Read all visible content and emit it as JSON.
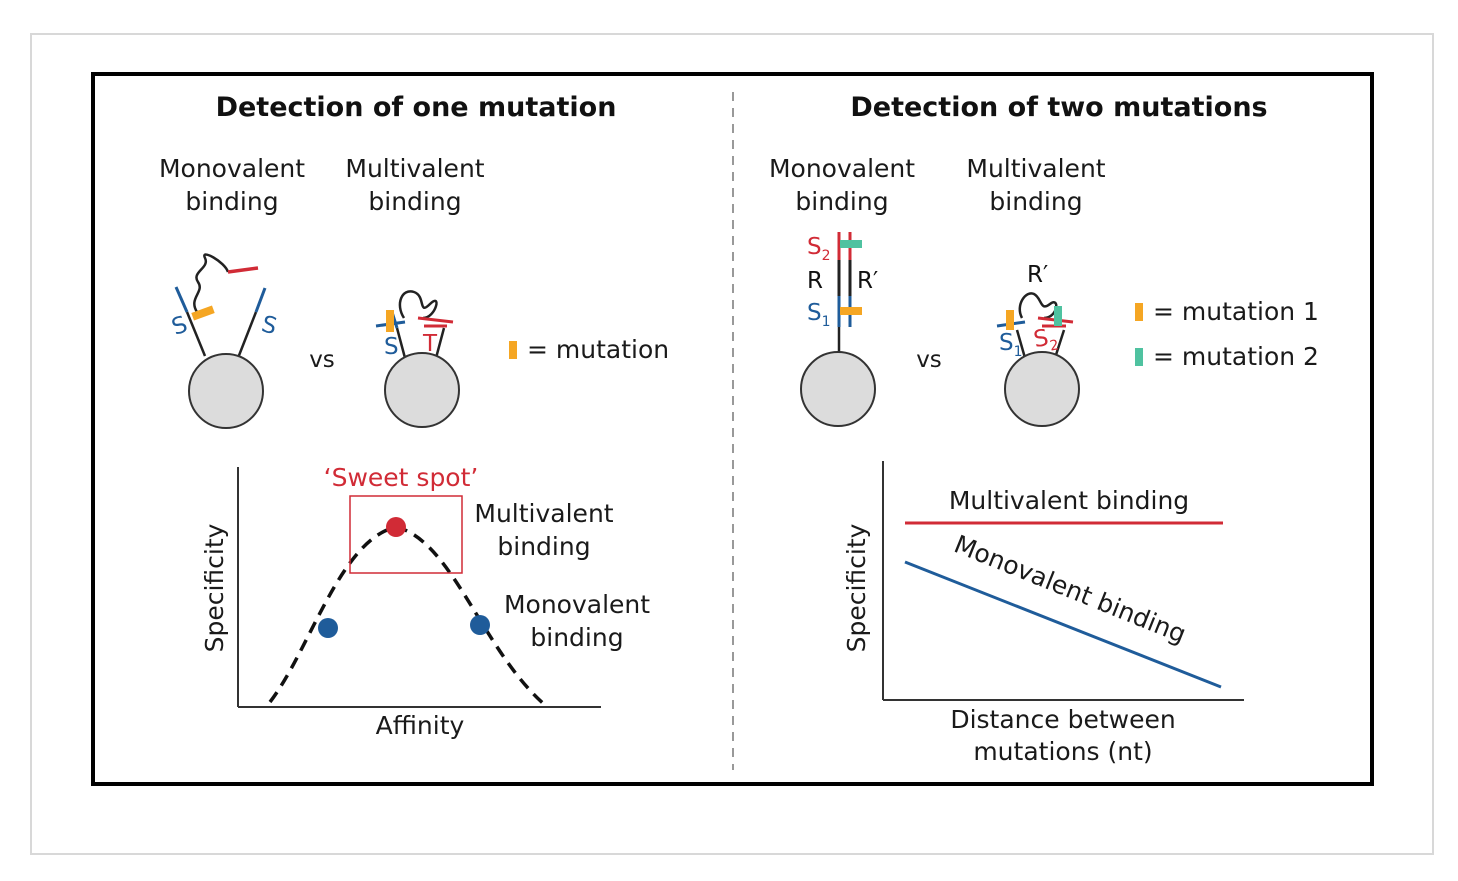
{
  "colors": {
    "red": "#d12b36",
    "blue": "#1f5c9a",
    "orange": "#f5a623",
    "teal": "#4fc2a0",
    "bead_fill": "#dcdcdc",
    "bead_stroke": "#333333"
  },
  "left_panel": {
    "title": "Detection of one mutation",
    "monovalent": {
      "line1": "Monovalent",
      "line2": "binding"
    },
    "multivalent": {
      "line1": "Multivalent",
      "line2": "binding"
    },
    "vs": "vs",
    "legend_mutation": "= mutation",
    "strand_s": "S",
    "strand_t": "T",
    "chart": {
      "xlabel": "Affinity",
      "ylabel": "Specificity",
      "sweet_spot": "‘Sweet spot’",
      "multivalent_label": {
        "line1": "Multivalent",
        "line2": "binding"
      },
      "monovalent_label": {
        "line1": "Monovalent",
        "line2": "binding"
      }
    }
  },
  "right_panel": {
    "title": "Detection of two mutations",
    "monovalent": {
      "line1": "Monovalent",
      "line2": "binding"
    },
    "multivalent": {
      "line1": "Multivalent",
      "line2": "binding"
    },
    "vs": "vs",
    "legend_mutation1": "= mutation 1",
    "legend_mutation2": "= mutation 2",
    "strand_s": "S",
    "sub_1": "1",
    "sub_2": "2",
    "strand_r": "R",
    "strand_rprime": "R′",
    "chart": {
      "xlabel_line1": "Distance between",
      "xlabel_line2": "mutations (nt)",
      "ylabel": "Specificity",
      "multivalent_label": "Multivalent binding",
      "monovalent_label": "Monovalent binding"
    }
  }
}
